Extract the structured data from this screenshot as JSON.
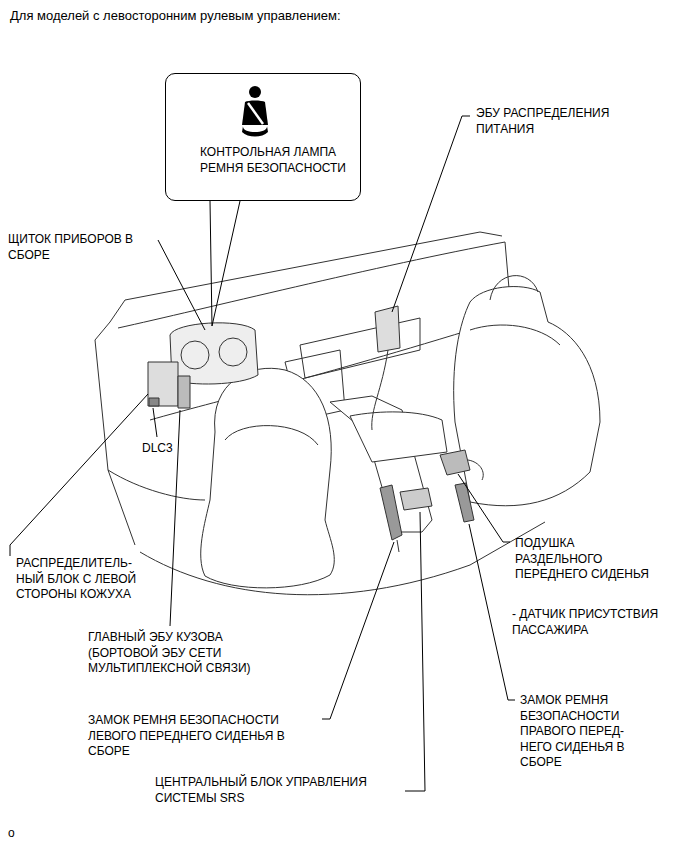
{
  "diagram": {
    "title": "Для моделей с левосторонним рулевым управлением:",
    "nodes": [
      {
        "text": [
          "КОНТРОЛЬНАЯ ЛАМПА РЕМНЯ БЕЗОПАСНОСТИ"
        ]
      }
    ],
    "labels": [
      "ЭБУ РАСПРЕДЕЛЕНИЯ ПИТАНИЯ",
      "ЩИТОК ПРИБОРОВ В СБОРЕ",
      "DLC3",
      "РАСПРЕДЕЛИТЕЛЬ- НЫЙ БЛОК С ЛЕВОЙ СТОРОНЫ КОЖУХА",
      "ГЛАВНЫЙ ЭБУ КУЗОВА (БОРТОВОЙ ЭБУ СЕТИ МУЛЬТИПЛЕКСНОЙ СВЯЗИ)",
      "ЗАМОК РЕМНЯ БЕЗОПАСНОСТИ ЛЕВОГО ПЕРЕДНЕГО СИДЕНЬЯ В СБОРЕ",
      "ЦЕНТРАЛЬНЫЙ БЛОК УПРАВЛЕНИЯ СИСТЕМЫ SRS",
      "ПОДУШКА РАЗДЕЛЬНОГО ПЕРЕДНЕГО СИДЕНЬЯ",
      "- ДАТЧИК ПРИСУТСТВИЯ ПАССАЖИРА",
      "ЗАМОК РЕМНЯ БЕЗОПАСНОСТИ ПРАВОГО ПЕРЕД- НЕГО СИДЕНЬЯ В СБОРЕ",
      "o"
    ]
  }
}
